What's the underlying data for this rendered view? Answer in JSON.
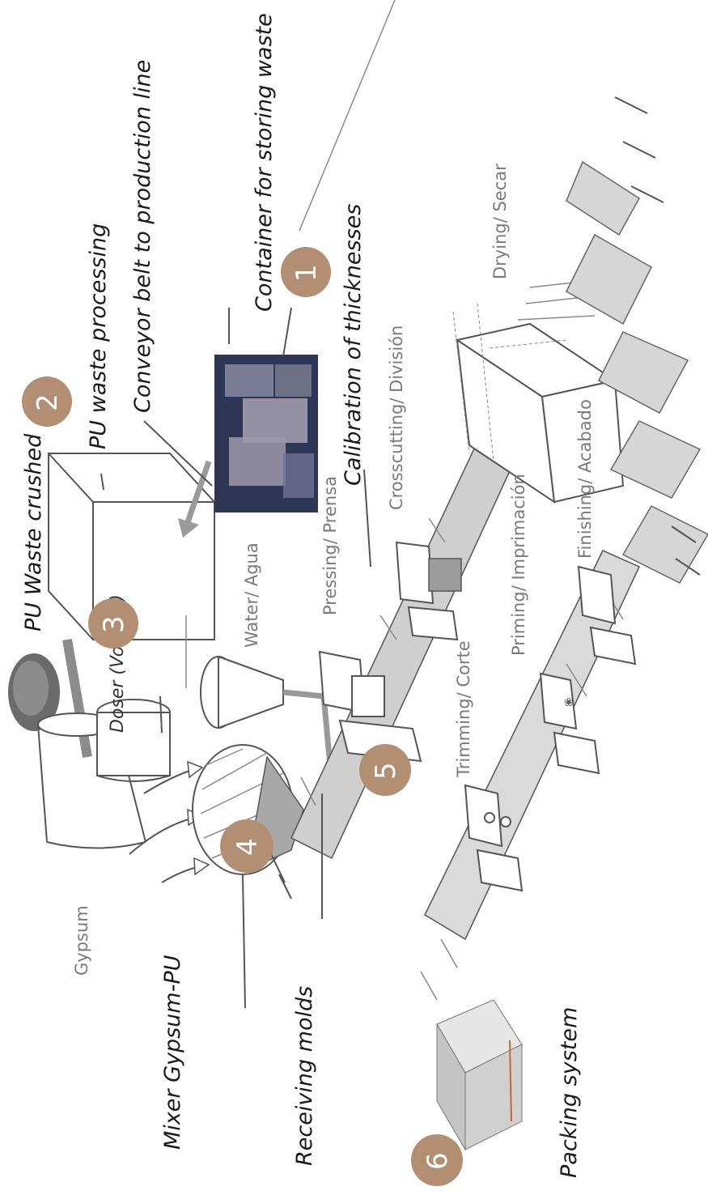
{
  "labels": {
    "container": "Container for storing waste",
    "conveyor": "Conveyor belt to production line",
    "pu_processing": "PU waste processing",
    "pu_crushed": "PU Waste crushed",
    "calibration": "Calibration of thicknesses",
    "doser": "Doser (Volume)",
    "gypsum": "Gypsum",
    "mixer": "Mixer Gypsum-PU",
    "receiving": "Receiving molds",
    "packing": "Packing system",
    "water": "Water/ Agua",
    "pressing": "Pressing/ Prensa",
    "crosscutting": "Crosscutting/ División",
    "drying": "Drying/ Secar",
    "trimming": "Trimming/ Corte",
    "priming": "Priming/ Imprimación",
    "finishing": "Finishing/ Acabado"
  },
  "steps": [
    "1",
    "2",
    "3",
    "4",
    "5",
    "6"
  ],
  "colors": {
    "badge": "#b28f72",
    "panel": "#d6d6d6",
    "photo": "#2e3555"
  }
}
